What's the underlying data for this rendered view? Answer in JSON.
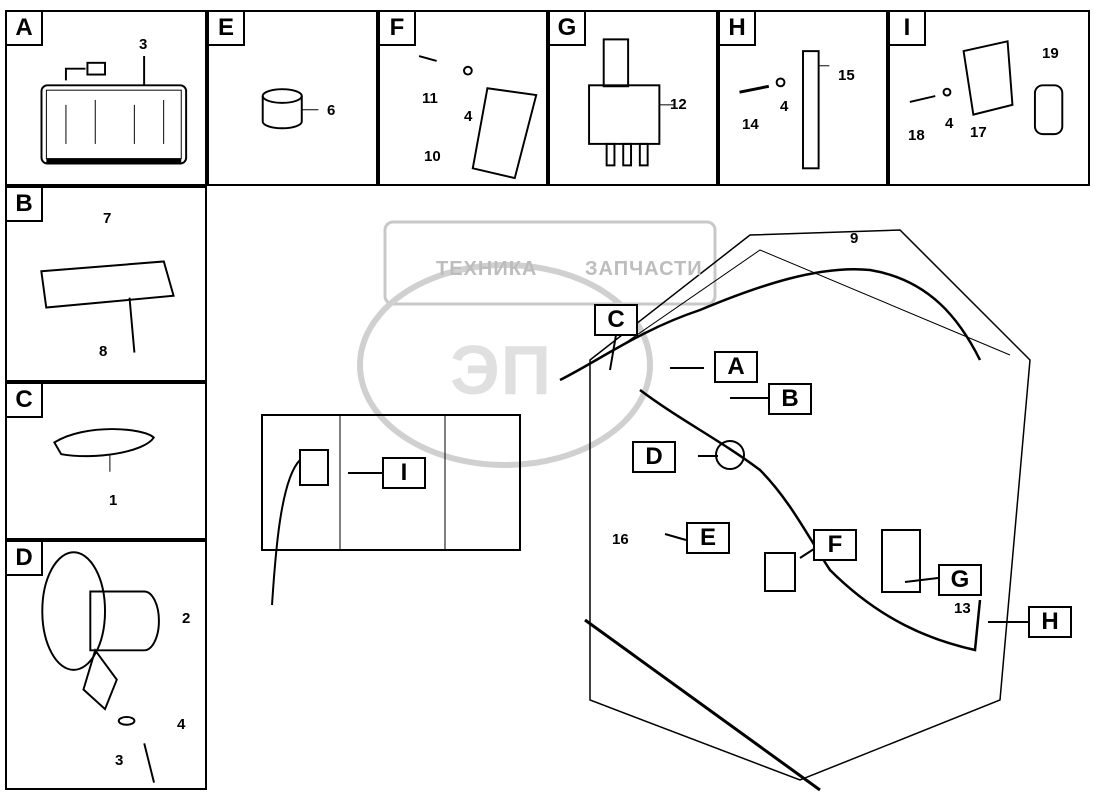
{
  "panels": {
    "A": {
      "tag": "A",
      "labels": [
        "3"
      ]
    },
    "E": {
      "tag": "E",
      "labels": [
        "6"
      ]
    },
    "F": {
      "tag": "F",
      "labels": [
        "11",
        "4",
        "10"
      ]
    },
    "G": {
      "tag": "G",
      "labels": [
        "12"
      ]
    },
    "H": {
      "tag": "H",
      "labels": [
        "15",
        "4",
        "14"
      ]
    },
    "I": {
      "tag": "I",
      "labels": [
        "19",
        "18",
        "4",
        "17"
      ]
    },
    "B": {
      "tag": "B",
      "labels": [
        "7",
        "8"
      ]
    },
    "C": {
      "tag": "C",
      "labels": [
        "1"
      ]
    },
    "D": {
      "tag": "D",
      "labels": [
        "2",
        "4",
        "3"
      ]
    }
  },
  "main": {
    "callouts": [
      "C",
      "A",
      "B",
      "D",
      "I",
      "E",
      "F",
      "G",
      "H"
    ],
    "numbers": [
      "9",
      "16",
      "13"
    ],
    "watermark": {
      "left": "ТЕХНИКА",
      "right": "ЗАПЧАСТИ",
      "logo": "ЭП"
    }
  }
}
